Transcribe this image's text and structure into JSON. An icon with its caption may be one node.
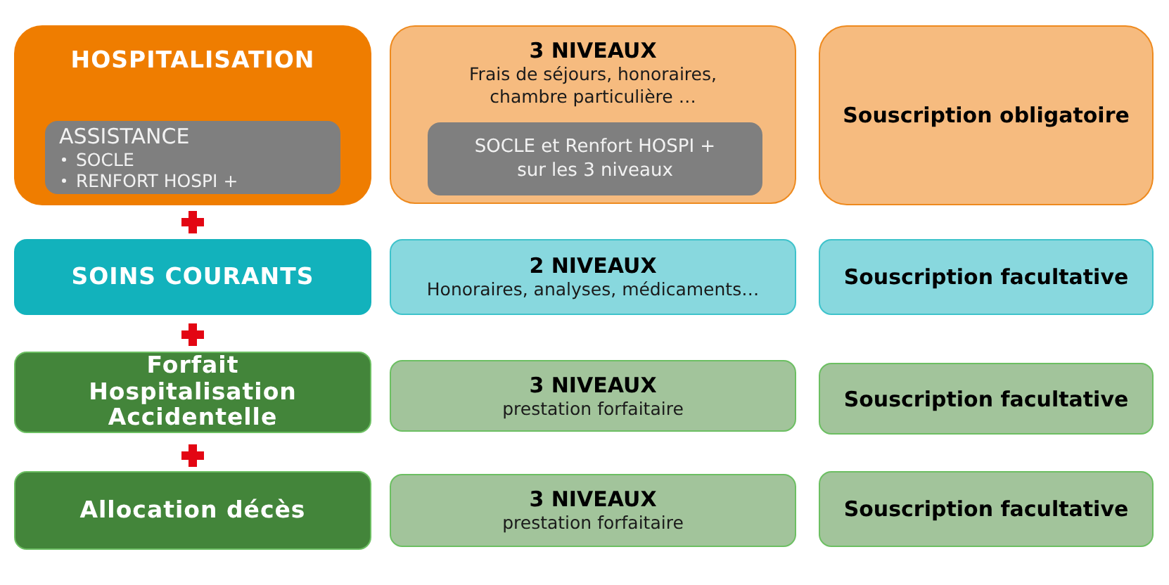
{
  "diagram": {
    "nodes": [
      {
        "text": [
          "HOSPITALISATION"
        ]
      },
      {
        "text": [
          "ASSISTANCE",
          "SOCLE",
          "RENFORT HOSPI +"
        ],
        "in": 0
      },
      {
        "text": [
          "3 NIVEAUX",
          "Frais de séjours, honoraires, chambre particulière …"
        ]
      },
      {
        "text": [
          "SOCLE et Renfort HOSPI + sur les 3 niveaux"
        ],
        "in": 2
      },
      {
        "text": [
          "Souscription obligatoire"
        ]
      },
      {
        "text": [
          "SOINS COURANTS"
        ]
      },
      {
        "text": [
          "2 NIVEAUX",
          "Honoraires, analyses, médicaments…"
        ]
      },
      {
        "text": [
          "Souscription facultative"
        ]
      },
      {
        "text": [
          "Forfait Hospitalisation Accidentelle"
        ]
      },
      {
        "text": [
          "3 NIVEAUX",
          "prestation forfaitaire"
        ]
      },
      {
        "text": [
          "Souscription facultative"
        ]
      },
      {
        "text": [
          "Allocation décès"
        ]
      },
      {
        "text": [
          "3 NIVEAUX",
          "prestation forfaitaire"
        ]
      },
      {
        "text": [
          "Souscription facultative"
        ]
      }
    ],
    "edges": []
  }
}
